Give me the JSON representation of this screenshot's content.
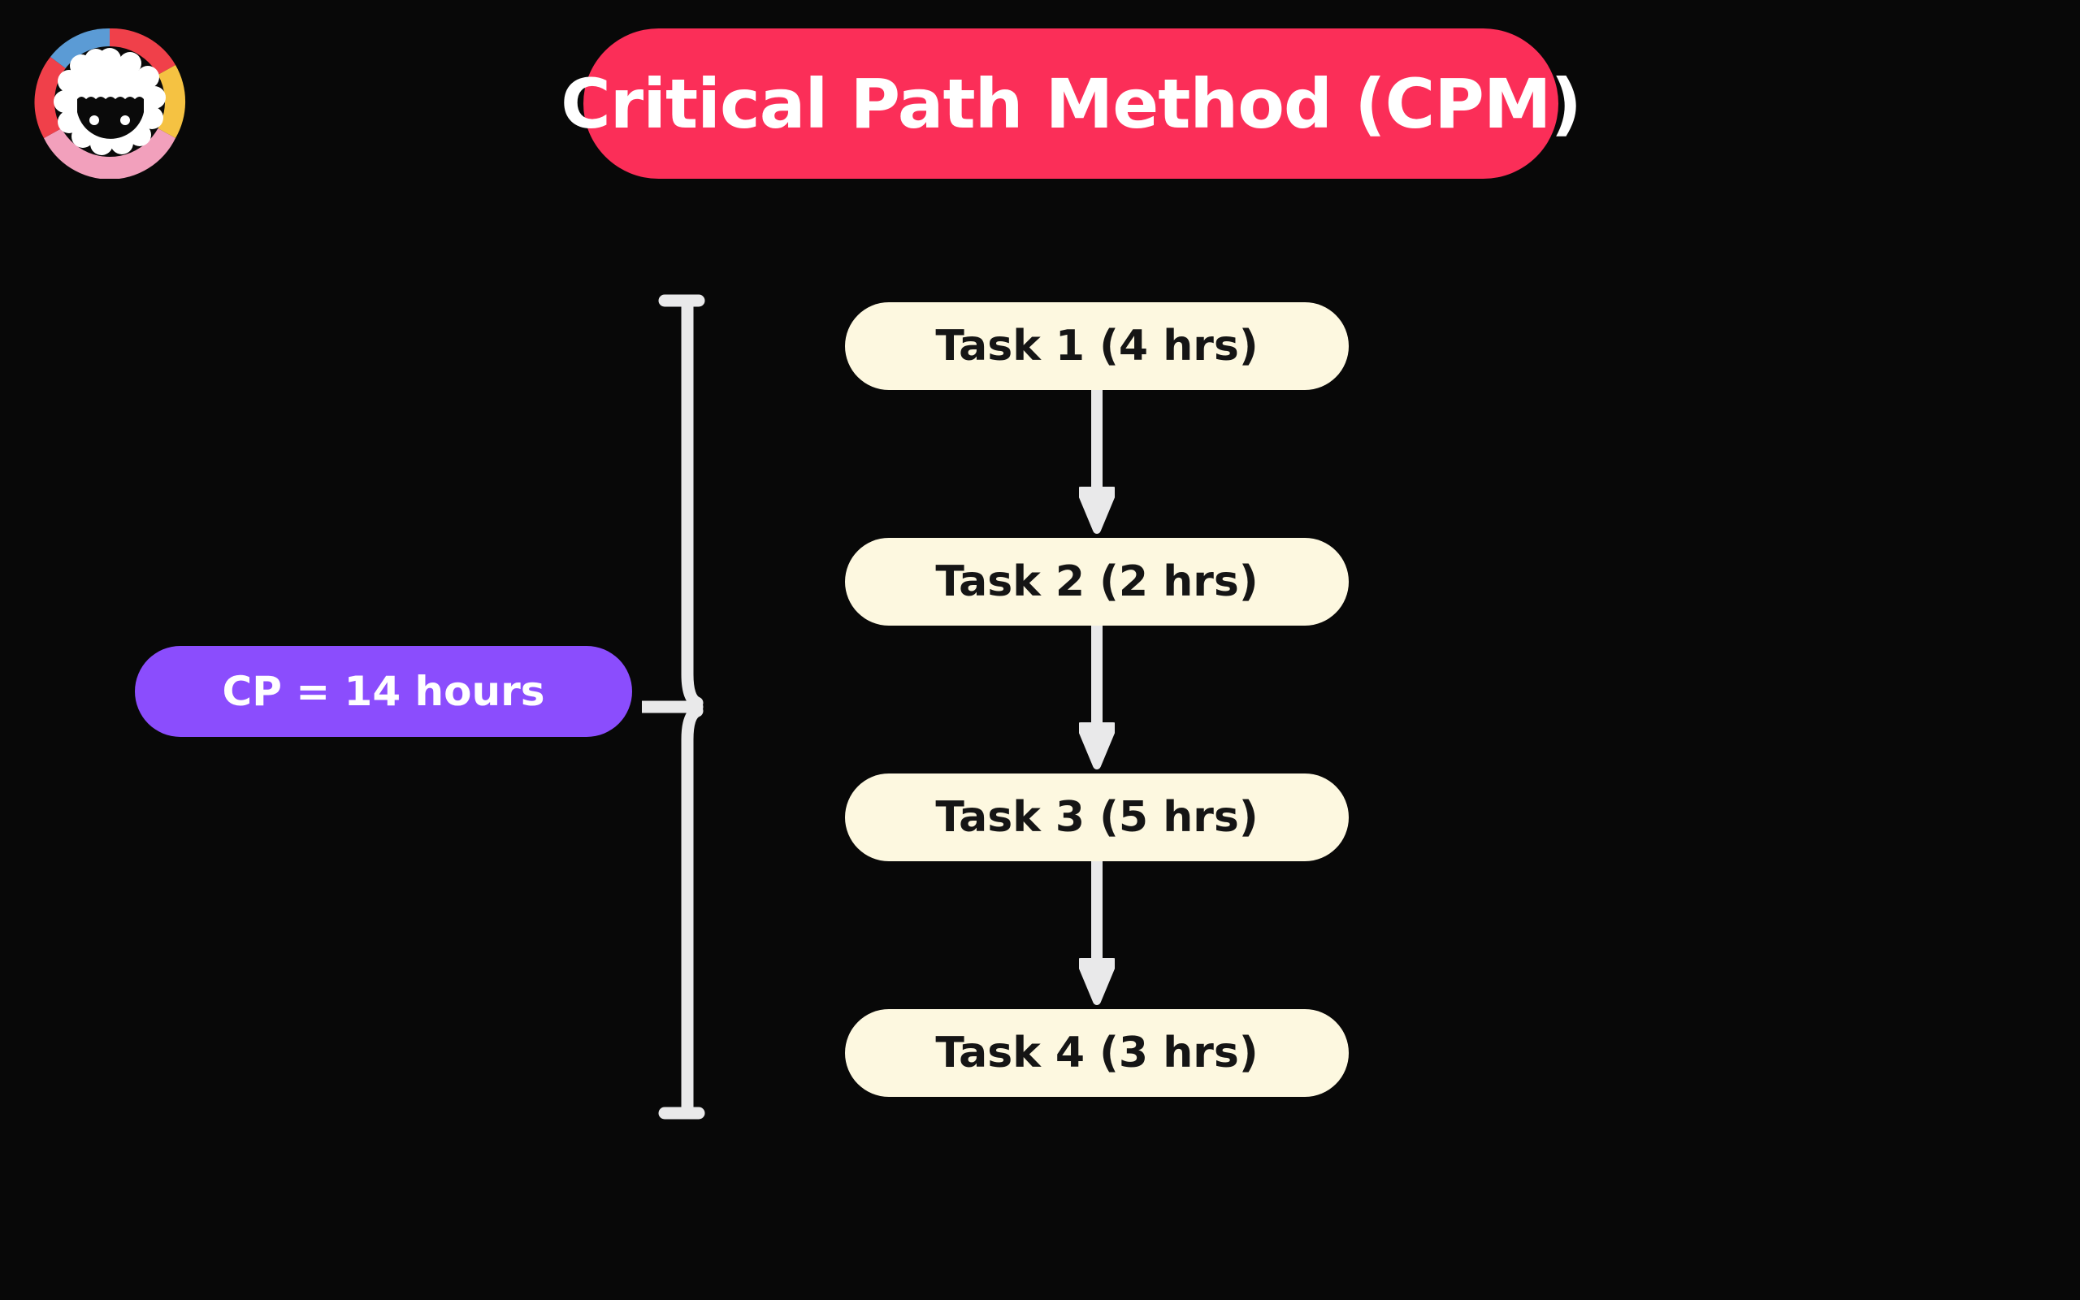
{
  "page": {
    "background_color": "#080808",
    "title": "Critical Path Method (CPM)"
  },
  "logo": {
    "name": "sheep-mascot-logo",
    "ring_colors": [
      "#5B9BD5",
      "#F0404A",
      "#F5C242",
      "#F2A0BC"
    ],
    "face_color": "#0A0A0A",
    "wool_color": "#FFFFFF"
  },
  "header": {
    "banner_color": "#FB2E58",
    "title": "Critical Path Method (CPM)",
    "title_color": "#FFFFFF"
  },
  "diagram": {
    "box_fill": "#FDF8E0",
    "box_text_color": "#151515",
    "arrow_color": "#E9E9EA",
    "bracket_color": "#E9E9EA",
    "tasks": [
      {
        "id": "task-1",
        "label": "Task 1 (4 hrs)",
        "name": "Task 1",
        "hours": 4
      },
      {
        "id": "task-2",
        "label": "Task 2 (2 hrs)",
        "name": "Task 2",
        "hours": 2
      },
      {
        "id": "task-3",
        "label": "Task 3 (5 hrs)",
        "name": "Task 3",
        "hours": 5
      },
      {
        "id": "task-4",
        "label": "Task 4 (3 hrs)",
        "name": "Task 4",
        "hours": 3
      }
    ],
    "summary": {
      "label": "CP = 14 hours",
      "abbreviation": "CP",
      "total_hours": 14,
      "unit": "hours",
      "pill_color": "#8B4DFD",
      "pill_text_color": "#FFFFFF"
    }
  },
  "chart_data": {
    "type": "diagram",
    "title": "Critical Path Method (CPM)",
    "categories": [
      "Task 1",
      "Task 2",
      "Task 3",
      "Task 4"
    ],
    "values": [
      4,
      2,
      5,
      3
    ],
    "ylabel": "hours",
    "annotations": [
      "CP = 14 hours"
    ]
  }
}
